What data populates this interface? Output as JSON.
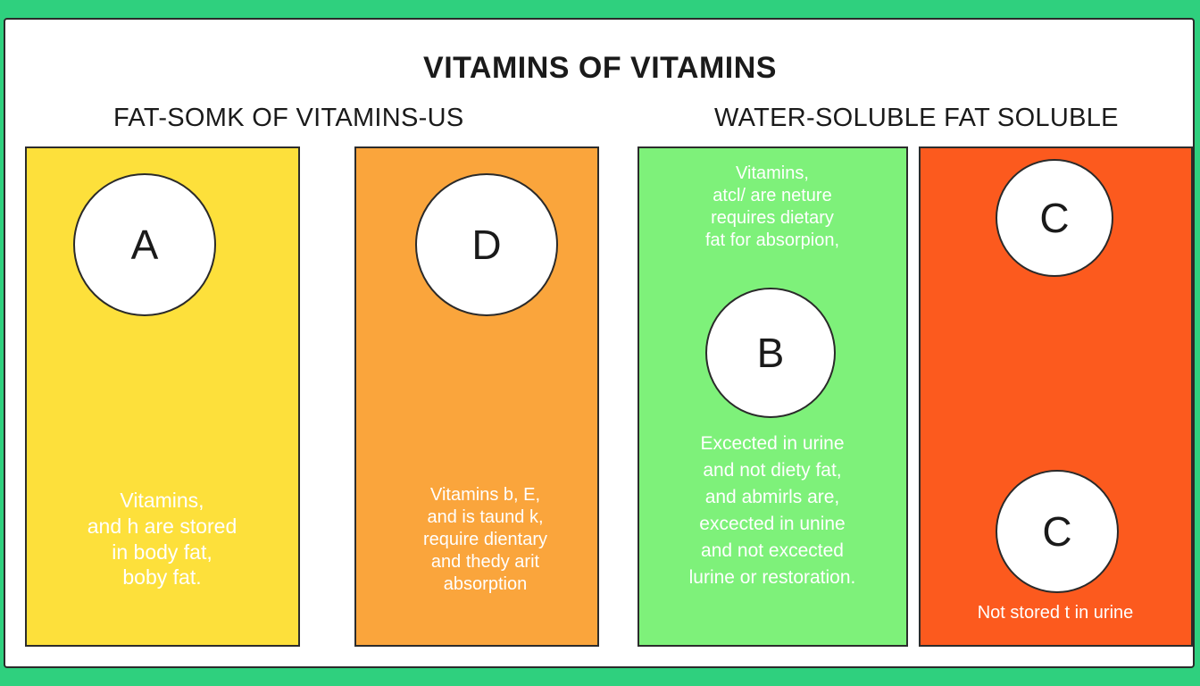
{
  "title": "VITAMINS OF VITAMINS",
  "headings": {
    "left": "FAT-SOMK OF VITAMINS-US",
    "right": "WATER-SOLUBLE FAT SOLUBLE"
  },
  "panels": [
    {
      "color": "#fde03b",
      "circles": [
        "A"
      ],
      "text": "Vitamins,\nand h are stored\nin body fat,\nboby fat."
    },
    {
      "color": "#faa53c",
      "circles": [
        "D"
      ],
      "text": "Vitamins b, E,\nand is taund k,\nrequire dientary\nand thedy arit\nabsorption"
    },
    {
      "color": "#7ef17a",
      "circles": [
        "B"
      ],
      "text_top": "Vitamins,\natcl/ are neture\nrequires dietary\nfat for absorpion,",
      "text": "Excected in urine\nand not diety fat,\nand abmirls are,\nexcected in unine\nand not excected\nlurine or restoration."
    },
    {
      "color": "#fc5a1e",
      "circles": [
        "C",
        "C"
      ],
      "text": "Not stored t in urine"
    }
  ]
}
